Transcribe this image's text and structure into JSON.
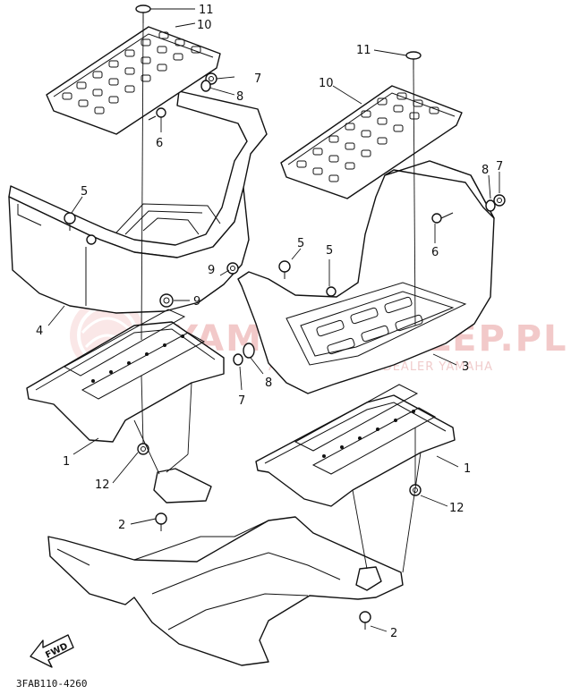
{
  "watermark": {
    "brand": "YAMAHA-SKLEP.PL",
    "tagline": "AUTORYZOWANY DEALER YAMAHA"
  },
  "callouts": [
    {
      "id": "c1",
      "label": "11"
    },
    {
      "id": "c2",
      "label": "10"
    },
    {
      "id": "c3",
      "label": "7"
    },
    {
      "id": "c4",
      "label": "8"
    },
    {
      "id": "c5",
      "label": "6"
    },
    {
      "id": "c6",
      "label": "5"
    },
    {
      "id": "c7",
      "label": "4"
    },
    {
      "id": "c8",
      "label": "9"
    },
    {
      "id": "c9",
      "label": "9"
    },
    {
      "id": "c10",
      "label": "1"
    },
    {
      "id": "c11",
      "label": "12"
    },
    {
      "id": "c12",
      "label": "2"
    },
    {
      "id": "c13",
      "label": "11"
    },
    {
      "id": "c14",
      "label": "10"
    },
    {
      "id": "c15",
      "label": "8"
    },
    {
      "id": "c16",
      "label": "7"
    },
    {
      "id": "c17",
      "label": "6"
    },
    {
      "id": "c18",
      "label": "5"
    },
    {
      "id": "c19",
      "label": "5"
    },
    {
      "id": "c20",
      "label": "3"
    },
    {
      "id": "c21",
      "label": "7"
    },
    {
      "id": "c22",
      "label": "8"
    },
    {
      "id": "c23",
      "label": "1"
    },
    {
      "id": "c24",
      "label": "12"
    },
    {
      "id": "c25",
      "label": "2"
    }
  ],
  "fwd_label": "FWD",
  "diagram_code": "3FAB110-4260"
}
